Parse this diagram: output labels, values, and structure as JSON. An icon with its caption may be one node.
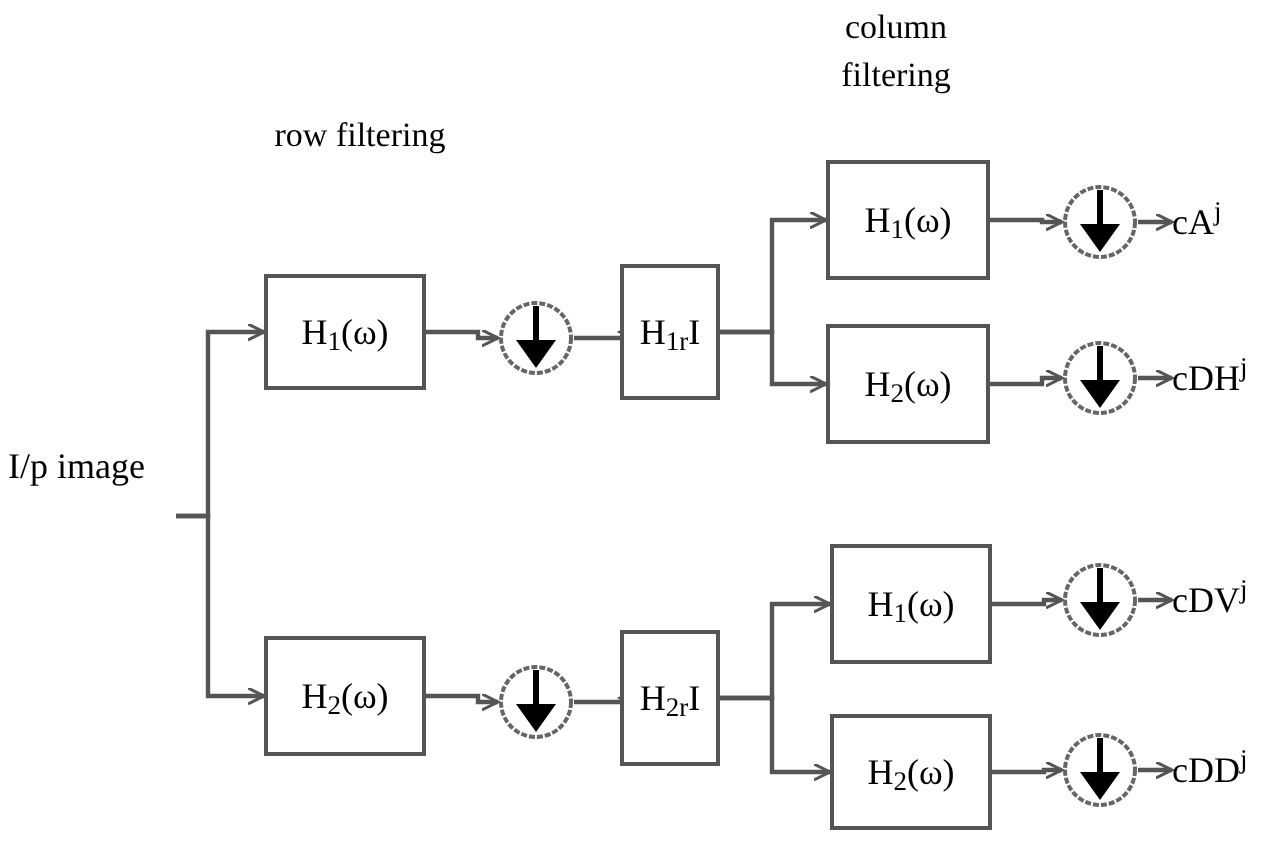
{
  "diagram": {
    "nodes": [
      {
        "text": [
          "I/p image"
        ]
      },
      {
        "text": [
          "H$_{1}$(ω)"
        ]
      },
      {
        "text": [
          "H$_{2}$(ω)"
        ]
      },
      {
        "text": [],
        "shape": "circle"
      },
      {
        "text": [],
        "shape": "circle"
      },
      {
        "text": [
          "H$_{1r}$I"
        ]
      },
      {
        "text": [
          "H$_{2r}$I"
        ]
      },
      {
        "text": [
          "H$_{1}$(ω)"
        ]
      },
      {
        "text": [
          "H$_{2}$(ω)"
        ]
      },
      {
        "text": [
          "H$_{1}$(ω)"
        ]
      },
      {
        "text": [
          "H$_{2}$(ω)"
        ]
      },
      {
        "text": [],
        "shape": "circle"
      },
      {
        "text": [],
        "shape": "circle"
      },
      {
        "text": [],
        "shape": "circle"
      },
      {
        "text": [],
        "shape": "circle"
      },
      {
        "text": [
          "cA$^{j}$"
        ]
      },
      {
        "text": [
          "cDH$^{j}$"
        ]
      },
      {
        "text": [
          "cDV$^{j}$"
        ]
      },
      {
        "text": [
          "cDD$^{j}$"
        ]
      }
    ],
    "edges": [
      {
        "from": 0,
        "to": 1,
        "arrow": "to"
      },
      {
        "from": 0,
        "to": 2,
        "arrow": "to"
      },
      {
        "from": 1,
        "to": 3,
        "arrow": "to"
      },
      {
        "from": 3,
        "to": 5,
        "arrow": "to"
      },
      {
        "from": 2,
        "to": 4,
        "arrow": "to"
      },
      {
        "from": 4,
        "to": 6,
        "arrow": "to"
      },
      {
        "from": 5,
        "to": 7,
        "arrow": "to"
      },
      {
        "from": 5,
        "to": 8,
        "arrow": "to"
      },
      {
        "from": 6,
        "to": 9,
        "arrow": "to"
      },
      {
        "from": 6,
        "to": 10,
        "arrow": "to"
      },
      {
        "from": 7,
        "to": 11,
        "arrow": "to"
      },
      {
        "from": 8,
        "to": 12,
        "arrow": "to"
      },
      {
        "from": 9,
        "to": 13,
        "arrow": "to"
      },
      {
        "from": 10,
        "to": 14,
        "arrow": "to"
      },
      {
        "from": 11,
        "to": 15,
        "arrow": "to"
      },
      {
        "from": 12,
        "to": 16,
        "arrow": "to"
      },
      {
        "from": 13,
        "to": 17,
        "arrow": "to"
      },
      {
        "from": 14,
        "to": 18,
        "arrow": "to"
      }
    ],
    "labels": [
      "row filtering",
      "column filtering"
    ]
  }
}
